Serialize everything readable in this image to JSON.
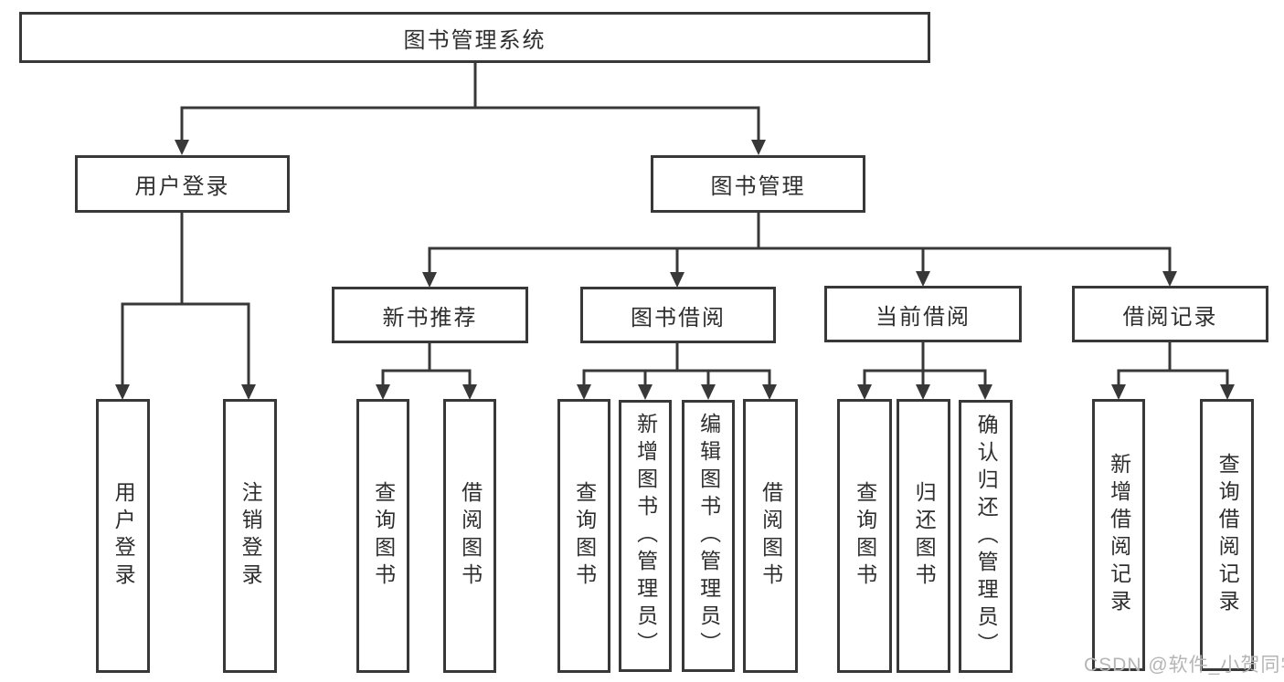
{
  "tree": {
    "label": "图书管理系统",
    "children": [
      {
        "label": "用户登录",
        "children": [
          {
            "label": "用户登录"
          },
          {
            "label": "注销登录"
          }
        ]
      },
      {
        "label": "图书管理",
        "children": [
          {
            "label": "新书推荐",
            "children": [
              {
                "label": "查询图书"
              },
              {
                "label": "借阅图书"
              }
            ]
          },
          {
            "label": "图书借阅",
            "children": [
              {
                "label": "查询图书"
              },
              {
                "label": "新增图书（管理员）"
              },
              {
                "label": "编辑图书（管理员）"
              },
              {
                "label": "借阅图书"
              }
            ]
          },
          {
            "label": "当前借阅",
            "children": [
              {
                "label": "查询图书"
              },
              {
                "label": "归还图书"
              },
              {
                "label": "确认归还（管理员）"
              }
            ]
          },
          {
            "label": "借阅记录",
            "children": [
              {
                "label": "新增借阅记录"
              },
              {
                "label": "查询借阅记录"
              }
            ]
          }
        ]
      }
    ]
  },
  "watermark": "CSDN @软件_小贺同学",
  "colors": {
    "line": "#383838",
    "text": "#2e2e2e",
    "watermark": "#b5b5b5",
    "background": "#ffffff"
  }
}
